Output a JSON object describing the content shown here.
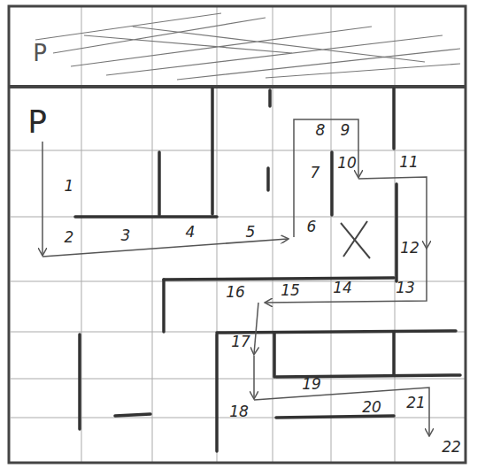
{
  "diagram": {
    "labels": [
      "P",
      "P",
      "1",
      "2",
      "3",
      "4",
      "5",
      "6",
      "7",
      "8",
      "9",
      "10",
      "11",
      "12",
      "13",
      "14",
      "15",
      "16",
      "17",
      "18",
      "19",
      "20",
      "21",
      "22"
    ]
  }
}
